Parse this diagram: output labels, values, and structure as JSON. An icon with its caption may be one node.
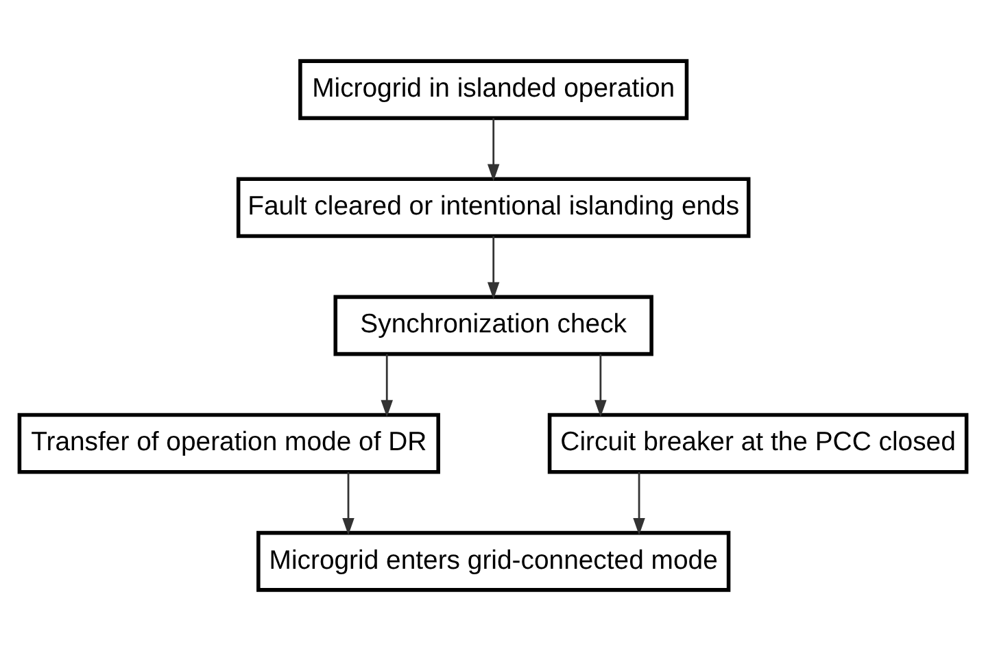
{
  "diagram": {
    "nodes": [
      {
        "text": [
          "Microgrid in islanded operation"
        ]
      },
      {
        "text": [
          "Fault cleared or intentional islanding ends"
        ]
      },
      {
        "text": [
          "Synchronization check"
        ]
      },
      {
        "text": [
          "Transfer of operation mode of DR"
        ]
      },
      {
        "text": [
          "Circuit breaker at the PCC closed"
        ]
      },
      {
        "text": [
          "Microgrid enters grid-connected mode"
        ]
      }
    ],
    "edges": [
      {
        "from": 0,
        "to": 1,
        "arrow": "to"
      },
      {
        "from": 1,
        "to": 2,
        "arrow": "to"
      },
      {
        "from": 2,
        "to": 3,
        "arrow": "to"
      },
      {
        "from": 2,
        "to": 4,
        "arrow": "to"
      },
      {
        "from": 3,
        "to": 5,
        "arrow": "to"
      },
      {
        "from": 4,
        "to": 5,
        "arrow": "to"
      }
    ]
  }
}
